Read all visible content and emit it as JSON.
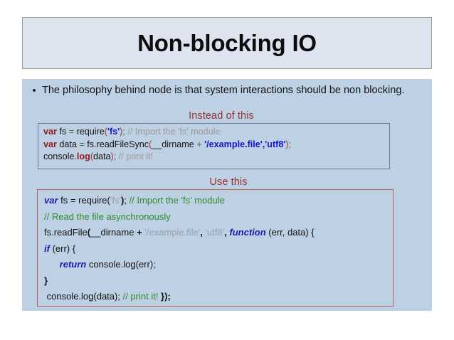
{
  "slide": {
    "title": "Non-blocking IO",
    "bullet_marker": "•",
    "bullet_text": "The philosophy behind node is that system interactions should be non blocking.",
    "caption_instead": "Instead of this",
    "caption_use": "Use this",
    "colors": {
      "title_fill": "#dde4ef",
      "title_border": "#9a9a9a",
      "body_fill": "#bed0e3",
      "caption_red": "#963232",
      "block1_border": "#6e7c91",
      "block2_border": "#b9605f",
      "keyword_red": "#8f1b1b",
      "keyword_blue": "#1a1ab4",
      "string_blue": "#1414c8",
      "string_gray": "#9aa0aa",
      "comment_gray": "#9a9a9a",
      "comment_green": "#2e8b2e"
    }
  },
  "code_block_1": {
    "lines": [
      {
        "tokens": [
          {
            "t": "var",
            "c": "tok-kw-red"
          },
          {
            "t": " fs ",
            "c": "tok-plain"
          },
          {
            "t": "=",
            "c": "tok-op-green"
          },
          {
            "t": " require",
            "c": "tok-plain"
          },
          {
            "t": "(",
            "c": "tok-paren-red"
          },
          {
            "t": "'fs'",
            "c": "tok-str-blue"
          },
          {
            "t": ")",
            "c": "tok-paren-red"
          },
          {
            "t": ";",
            "c": "tok-op-green"
          },
          {
            "t": " // Import the 'fs' module",
            "c": "tok-comment-gr"
          }
        ]
      },
      {
        "tokens": [
          {
            "t": "var",
            "c": "tok-kw-red"
          },
          {
            "t": " data ",
            "c": "tok-plain"
          },
          {
            "t": "=",
            "c": "tok-op-green"
          },
          {
            "t": " fs",
            "c": "tok-plain"
          },
          {
            "t": ".",
            "c": "tok-dot-red"
          },
          {
            "t": "readFileSync",
            "c": "tok-plain"
          },
          {
            "t": "(",
            "c": "tok-paren-red"
          },
          {
            "t": "__dirname ",
            "c": "tok-plain"
          },
          {
            "t": "+",
            "c": "tok-op-green"
          },
          {
            "t": " ",
            "c": "tok-plain"
          },
          {
            "t": "'/example.file','utf8'",
            "c": "tok-str-blue"
          },
          {
            "t": ")",
            "c": "tok-paren-red"
          },
          {
            "t": ";",
            "c": "tok-op-green"
          }
        ]
      },
      {
        "tokens": [
          {
            "t": "console",
            "c": "tok-plain"
          },
          {
            "t": ".",
            "c": "tok-dot-red"
          },
          {
            "t": "log",
            "c": "tok-log-red"
          },
          {
            "t": "(",
            "c": "tok-paren-red"
          },
          {
            "t": "data",
            "c": "tok-plain"
          },
          {
            "t": ")",
            "c": "tok-paren-red"
          },
          {
            "t": ";",
            "c": "tok-op-green"
          },
          {
            "t": " // print it!",
            "c": "tok-comment-gr"
          }
        ]
      }
    ]
  },
  "code_block_2": {
    "lines": [
      {
        "tokens": [
          {
            "t": "var",
            "c": "tok-kw-blue"
          },
          {
            "t": " fs = require(",
            "c": "tok-plain"
          },
          {
            "t": "'fs'",
            "c": "tok-str-gray"
          },
          {
            "t": ")",
            "c": "tok-bold"
          },
          {
            "t": "; ",
            "c": "tok-plain"
          },
          {
            "t": "// Import the 'fs' module",
            "c": "tok-comment-grn"
          }
        ]
      },
      {
        "tokens": [
          {
            "t": "// Read the file asynchronously",
            "c": "tok-comment-grn"
          }
        ]
      },
      {
        "tokens": [
          {
            "t": "fs.readFile",
            "c": "tok-plain"
          },
          {
            "t": "(",
            "c": "tok-bold"
          },
          {
            "t": "__dirname ",
            "c": "tok-plain"
          },
          {
            "t": "+",
            "c": "tok-bold"
          },
          {
            "t": " ",
            "c": "tok-plain"
          },
          {
            "t": "'/example.file'",
            "c": "tok-str-gray"
          },
          {
            "t": ", ",
            "c": "tok-bold"
          },
          {
            "t": "'utf8'",
            "c": "tok-str-gray"
          },
          {
            "t": ", ",
            "c": "tok-bold"
          },
          {
            "t": "function",
            "c": "tok-kw-blue"
          },
          {
            "t": " (err, data) {",
            "c": "tok-plain"
          }
        ]
      },
      {
        "tokens": [
          {
            "t": "if",
            "c": "tok-kw-blue"
          },
          {
            "t": " (err) {",
            "c": "tok-plain"
          }
        ]
      },
      {
        "tokens": [
          {
            "t": "      ",
            "c": "tok-plain"
          },
          {
            "t": "return",
            "c": "tok-kw-blue"
          },
          {
            "t": " console.log(err);",
            "c": "tok-plain"
          }
        ]
      },
      {
        "tokens": [
          {
            "t": "}",
            "c": "tok-bold"
          }
        ]
      },
      {
        "tokens": [
          {
            "t": " console.log(data); ",
            "c": "tok-plain"
          },
          {
            "t": "// print it!",
            "c": "tok-comment-grn"
          },
          {
            "t": " });",
            "c": "tok-bold"
          }
        ]
      }
    ]
  }
}
